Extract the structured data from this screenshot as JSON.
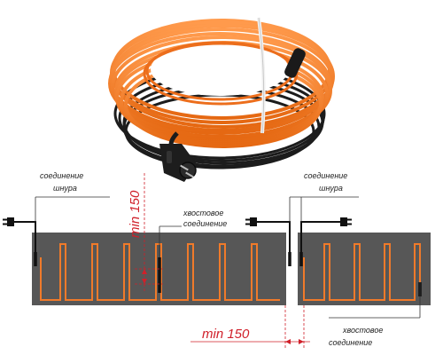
{
  "labels": {
    "cord_connection": [
      "соединение",
      "шнура"
    ],
    "tail_connection": [
      "хвостовое",
      "соединение"
    ],
    "min_spacing": "min 150"
  },
  "colors": {
    "cable_orange": "#f07a2a",
    "cable_black": "#1c1c1c",
    "floor_gray": "#575757",
    "dimension_red": "#d0202a",
    "leader_line": "#333333"
  },
  "icons": {
    "product": "coiled-heating-cable-photo",
    "plug": "power-plug-icon"
  }
}
